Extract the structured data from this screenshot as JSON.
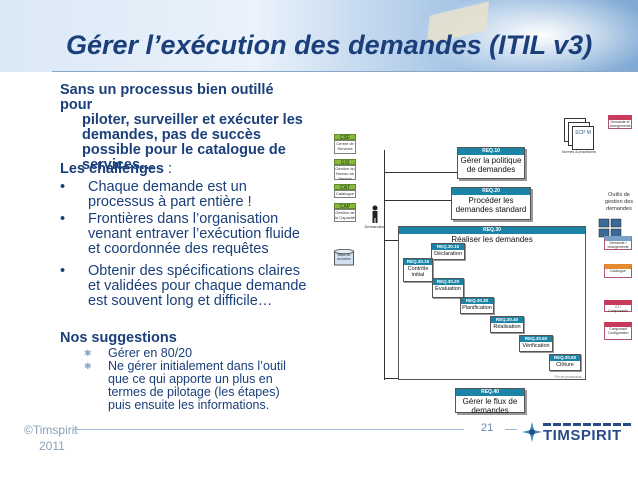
{
  "slide": {
    "title": "Gérer l’exécution des demandes (ITIL v3)",
    "intro": [
      "Sans un processus bien outillé pour",
      "piloter, surveiller et exécuter les",
      "demandes, pas de succès",
      "possible pour le catalogue de",
      "services…"
    ],
    "challenges_label": "Les challenges",
    "challenges_colon": " :",
    "challenges": [
      {
        "marker": "•",
        "text": "Chaque demande est un processus à part entière !"
      },
      {
        "marker": "•",
        "text": "Frontières dans l’organisation venant entraver l’exécution fluide et coordonnée des requêtes"
      },
      {
        "marker": "•",
        "text": "Obtenir des spécifications claires et validées pour chaque demande est souvent long et difficile…"
      }
    ],
    "suggestions_label": "Nos suggestions",
    "suggestions": [
      {
        "marker": "✱",
        "text": "Gérer en 80/20"
      },
      {
        "marker": "✱",
        "text": "Ne gérer initialement dans l’outil que ce qui apporte un plus en termes de pilotage (les étapes) puis ensuite les informations."
      }
    ]
  },
  "footer": {
    "copyright_line1": "©Timspirit",
    "copyright_line2": "2011",
    "page_number": "21",
    "logo_text": "TIMSPIRIT"
  },
  "diagram": {
    "left_boxes": [
      {
        "code": "CSF",
        "label": "Centre de Services"
      },
      {
        "code": "GSI",
        "label": "Gestion du Niveau de Service"
      },
      {
        "code": "CAT",
        "label": "Catalogue"
      },
      {
        "code": "CAP",
        "label": "Gestion de la Capacité"
      }
    ],
    "demandeur_label": "Demandeur",
    "client_label": "Base de données",
    "processes": [
      {
        "code": "REQ.10",
        "label": "Gérer la politique de demandes"
      },
      {
        "code": "REQ.20",
        "label": "Procéder les demandes standard"
      },
      {
        "code": "REQ.30",
        "label": "Réaliser les demandes"
      },
      {
        "code": "REQ.40",
        "label": "Gérer le flux de demandes"
      }
    ],
    "steps": [
      {
        "code": "REQ.30.10",
        "label": "Déclaration"
      },
      {
        "code": "REQ.30.15",
        "label": "Contrôle initial"
      },
      {
        "code": "REQ.30.20",
        "label": "Évaluation"
      },
      {
        "code": "REQ.30.30",
        "label": "Planification"
      },
      {
        "code": "REQ.30.40",
        "label": "Réalisation"
      },
      {
        "code": "REQ.30.50",
        "label": "Vérification"
      },
      {
        "code": "REQ.30.60",
        "label": "Clôture"
      }
    ],
    "top_stack_label": "SCP M",
    "top_right_caption": "Normes & procédures",
    "tools_caption": "Outils de gestion des demandes",
    "right_boxes": [
      {
        "label": "Demande / changements"
      },
      {
        "label": "Catalogue"
      },
      {
        "label": "CI / Composants"
      },
      {
        "label": "Composant Configuration"
      }
    ],
    "bottom_caption": "Fin de processus",
    "top_right_box_label": "Demande et changements"
  },
  "colors": {
    "title": "#1a3f7a",
    "body_text": "#1a3f7a",
    "process_header": "#1b84a6",
    "green_box": "#8ab83e",
    "footer_text": "#8ba0bb"
  }
}
